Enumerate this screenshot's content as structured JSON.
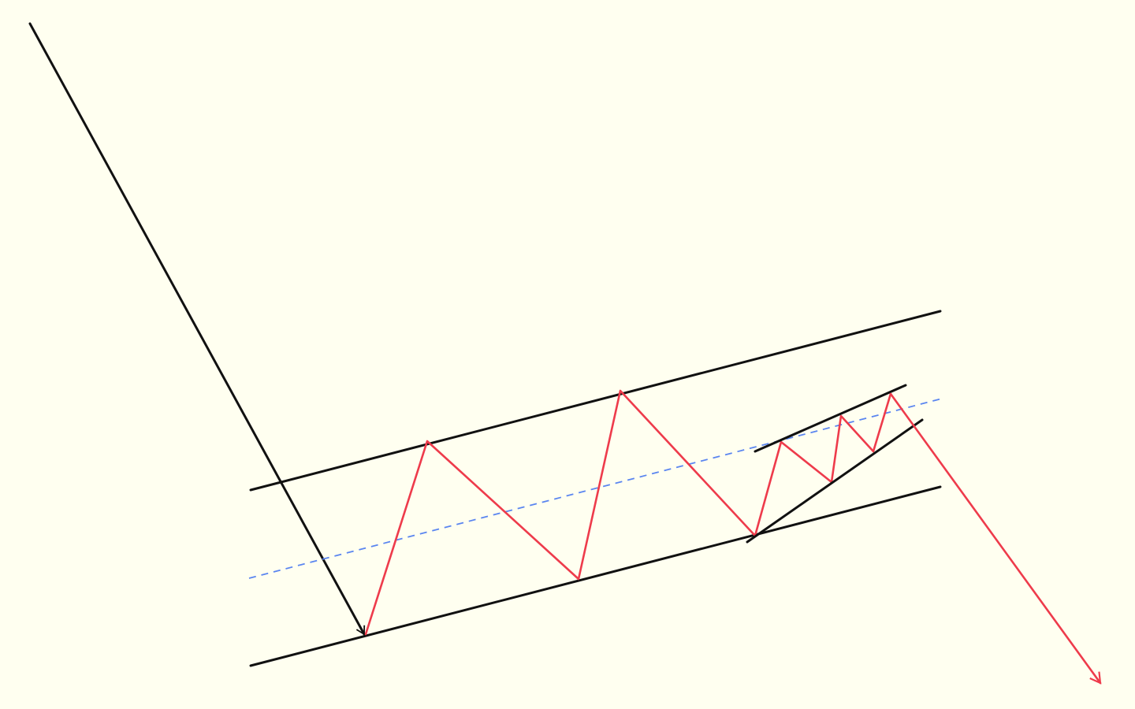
{
  "diagram": {
    "type": "price-pattern-sketch",
    "colors": {
      "background": "#FFFFF0",
      "trendline": "#111111",
      "price_path": "#EE3B4B",
      "midline": "#5B86F0"
    },
    "elements": [
      "prior-downtrend-leg-with-arrow",
      "ascending-channel-upper-boundary",
      "ascending-channel-lower-boundary",
      "channel-midline-dashed",
      "price-zigzag-inside-channel",
      "rising-wedge-upper-line",
      "rising-wedge-lower-line",
      "breakdown-leg-with-arrow"
    ]
  }
}
